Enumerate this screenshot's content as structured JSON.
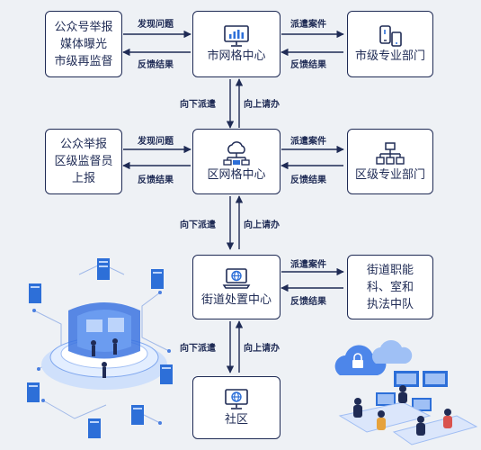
{
  "diagram": {
    "row1": {
      "left_lines": [
        "公众号举报",
        "媒体曝光",
        "市级再监督"
      ],
      "center": "市网格中心",
      "right": "市级专业部门"
    },
    "row2": {
      "left_lines": [
        "公众举报",
        "区级监督员",
        "上报"
      ],
      "center": "区网格中心",
      "right": "区级专业部门"
    },
    "row3": {
      "center": "街道处置中心",
      "right_lines": [
        "街道职能",
        "科、室和",
        "执法中队"
      ]
    },
    "row4": {
      "center": "社区"
    },
    "edges": {
      "report_issue": "发现问题",
      "feedback": "反馈结果",
      "dispatch_case": "派遣案件",
      "dispatch_down": "向下派遣",
      "request_up": "向上请办"
    },
    "colors": {
      "primary": "#1f2b55",
      "accent_blue": "#2d6fd8",
      "background": "#eef1f5"
    }
  }
}
